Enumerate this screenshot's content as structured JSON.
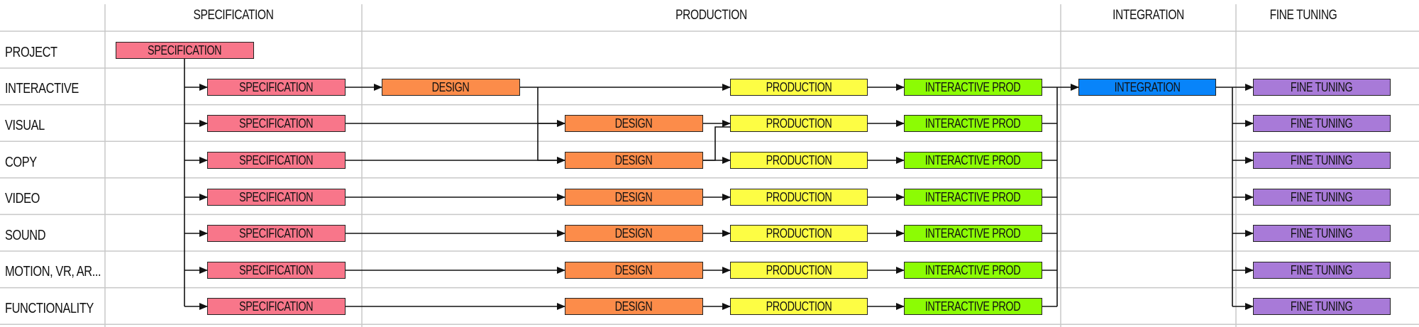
{
  "columns": [
    "SPECIFICATION",
    "PRODUCTION",
    "INTEGRATION",
    "FINE TUNING"
  ],
  "rows": [
    "PROJECT",
    "INTERACTIVE",
    "VISUAL",
    "COPY",
    "VIDEO",
    "SOUND",
    "MOTION, VR, AR...",
    "FUNCTIONALITY"
  ],
  "labels": {
    "specification": "SPECIFICATION",
    "design": "DESIGN",
    "production": "PRODUCTION",
    "interactive_prod": "INTERACTIVE PROD",
    "integration": "INTEGRATION",
    "fine_tuning": "FINE TUNING"
  },
  "colors": {
    "specification": "#f8768a",
    "design": "#fc8c4a",
    "production": "#fdfd44",
    "interactive_prod": "#8cfc04",
    "integration": "#0884fa",
    "fine_tuning": "#a87ad8",
    "grid": "#c8c8c8",
    "line": "#111111"
  }
}
